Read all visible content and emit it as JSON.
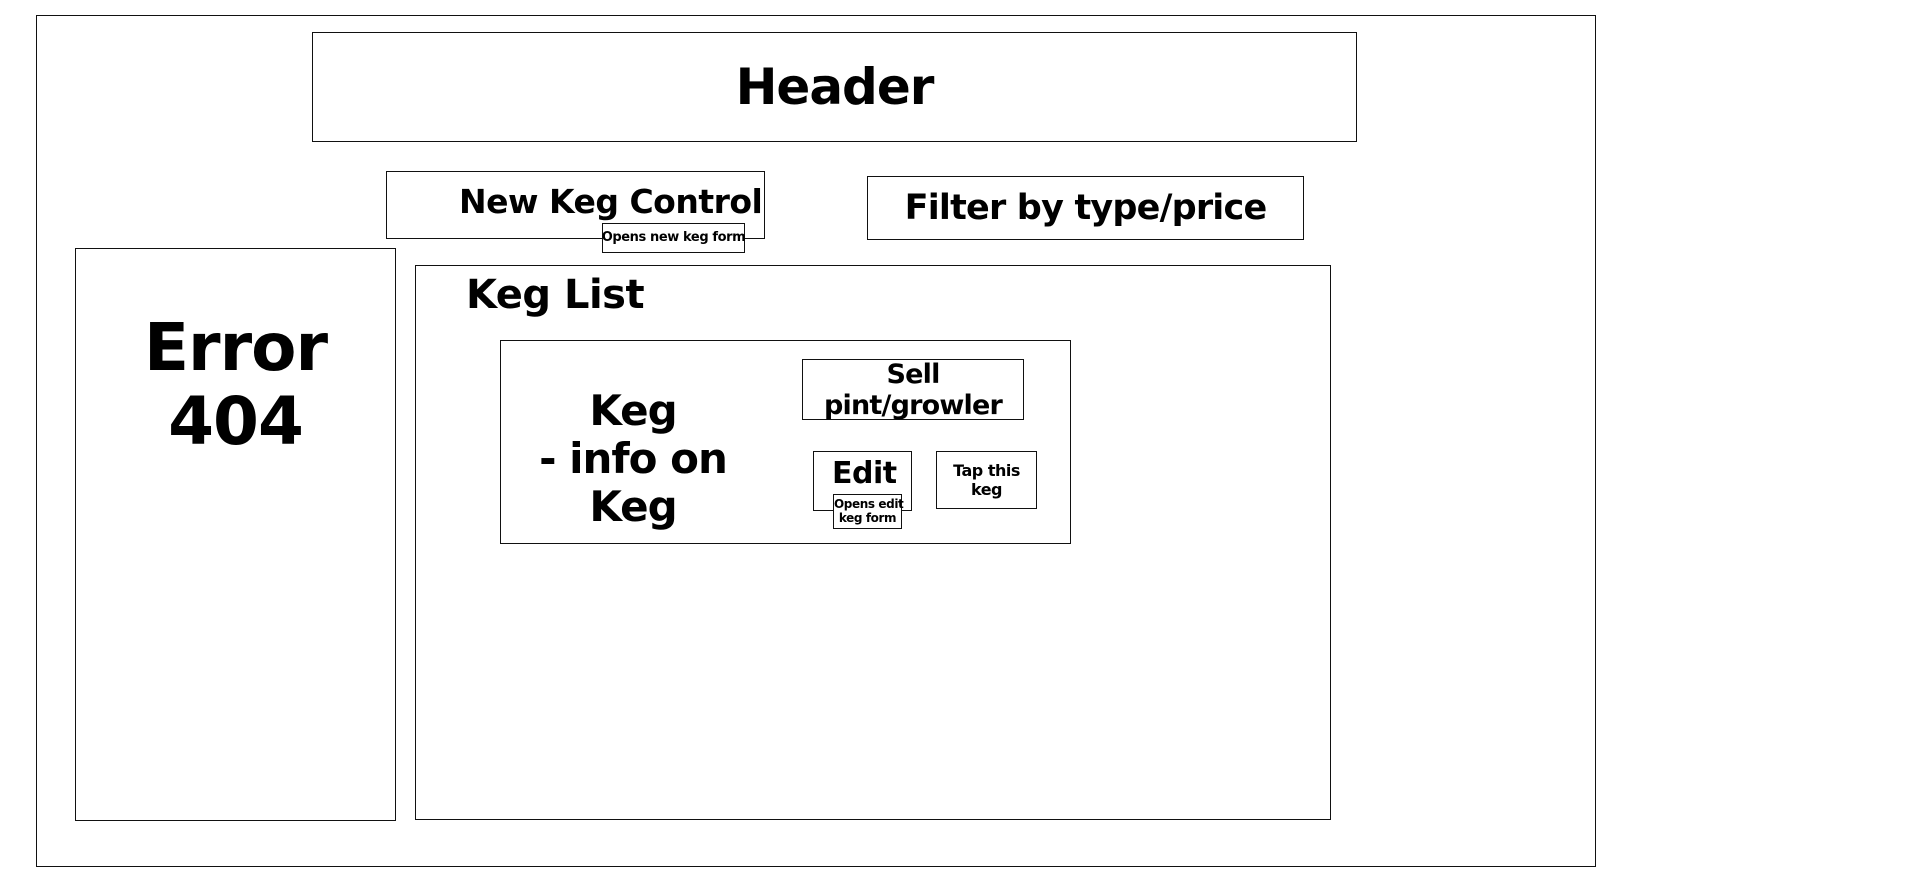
{
  "header": {
    "label": "Header"
  },
  "new_keg_control": {
    "label": "New Keg Control",
    "note": "Opens new keg form"
  },
  "filter": {
    "label": "Filter by type/price"
  },
  "error": {
    "line1": "Error",
    "line2": "404"
  },
  "keg_list": {
    "title": "Keg List",
    "keg_card": {
      "line1": "Keg",
      "line2": "- info on Keg",
      "sell_button": "Sell pint/growler",
      "edit_button": "Edit",
      "edit_note_line1": "Opens edit",
      "edit_note_line2": "keg form",
      "tap_button": "Tap this keg"
    }
  }
}
